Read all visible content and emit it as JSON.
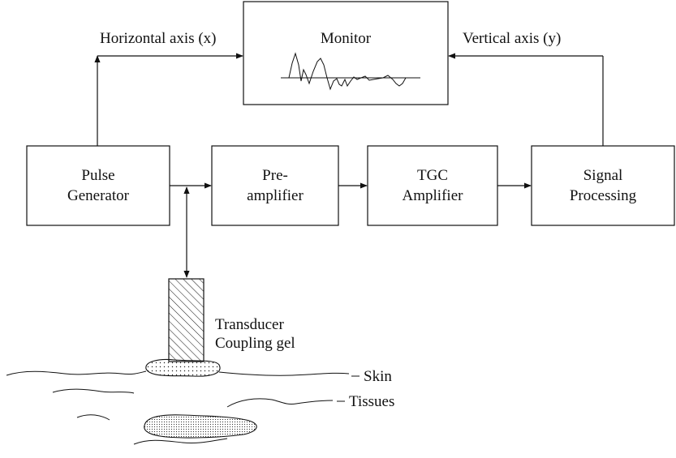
{
  "blocks": {
    "monitor": {
      "label": "Monitor"
    },
    "pulse_generator": {
      "line1": "Pulse",
      "line2": "Generator"
    },
    "preamplifier": {
      "line1": "Pre-",
      "line2": "amplifier"
    },
    "tgc_amplifier": {
      "line1": "TGC",
      "line2": "Amplifier"
    },
    "signal_processing": {
      "line1": "Signal",
      "line2": "Processing"
    }
  },
  "signals": {
    "horizontal_axis": "Horizontal axis (x)",
    "vertical_axis": "Vertical axis (y)"
  },
  "probe": {
    "transducer": "Transducer",
    "coupling_gel": "Coupling gel"
  },
  "layers": {
    "skin": "Skin",
    "tissues": "Tissues"
  }
}
